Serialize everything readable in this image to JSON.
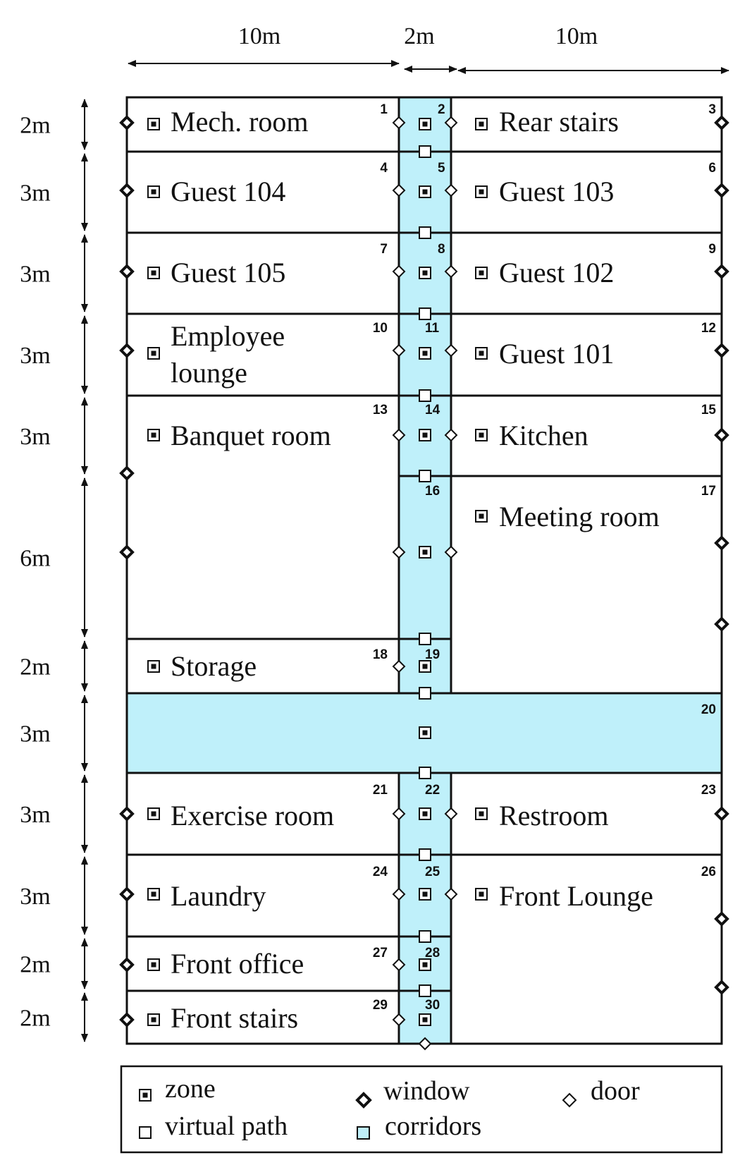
{
  "dimensions": {
    "left_width": "10m",
    "corridor_width": "2m",
    "right_width": "10m",
    "row_heights": [
      "2m",
      "3m",
      "3m",
      "3m",
      "3m",
      "6m",
      "2m",
      "3m",
      "3m",
      "3m",
      "2m",
      "2m"
    ]
  },
  "rooms": [
    {
      "id": "mech",
      "label": "Mech. room",
      "number": "1"
    },
    {
      "id": "c2",
      "label": "",
      "number": "2"
    },
    {
      "id": "rear-stairs",
      "label": "Rear stairs",
      "number": "3"
    },
    {
      "id": "guest104",
      "label": "Guest 104",
      "number": "4"
    },
    {
      "id": "c5",
      "label": "",
      "number": "5"
    },
    {
      "id": "guest103",
      "label": "Guest 103",
      "number": "6"
    },
    {
      "id": "guest105",
      "label": "Guest 105",
      "number": "7"
    },
    {
      "id": "c8",
      "label": "",
      "number": "8"
    },
    {
      "id": "guest102",
      "label": "Guest 102",
      "number": "9"
    },
    {
      "id": "employee-lounge",
      "label": "Employee lounge",
      "label_lines": [
        "Employee",
        "lounge"
      ],
      "number": "10"
    },
    {
      "id": "c11",
      "label": "",
      "number": "11"
    },
    {
      "id": "guest101",
      "label": "Guest 101",
      "number": "12"
    },
    {
      "id": "banquet",
      "label": "Banquet room",
      "number": "13"
    },
    {
      "id": "c14",
      "label": "",
      "number": "14"
    },
    {
      "id": "kitchen",
      "label": "Kitchen",
      "number": "15"
    },
    {
      "id": "c16",
      "label": "",
      "number": "16"
    },
    {
      "id": "meeting",
      "label": "Meeting room",
      "number": "17"
    },
    {
      "id": "storage",
      "label": "Storage",
      "number": "18"
    },
    {
      "id": "c19",
      "label": "",
      "number": "19"
    },
    {
      "id": "c20",
      "label": "",
      "number": "20"
    },
    {
      "id": "exercise",
      "label": "Exercise room",
      "number": "21"
    },
    {
      "id": "c22",
      "label": "",
      "number": "22"
    },
    {
      "id": "restroom",
      "label": "Restroom",
      "number": "23"
    },
    {
      "id": "laundry",
      "label": "Laundry",
      "number": "24"
    },
    {
      "id": "c25",
      "label": "",
      "number": "25"
    },
    {
      "id": "front-lounge",
      "label": "Front Lounge",
      "number": "26"
    },
    {
      "id": "front-office",
      "label": "Front office",
      "number": "27"
    },
    {
      "id": "c28",
      "label": "",
      "number": "28"
    },
    {
      "id": "front-stairs",
      "label": "Front stairs",
      "number": "29"
    },
    {
      "id": "c30",
      "label": "",
      "number": "30"
    }
  ],
  "legend": {
    "zone": "zone",
    "window": "window",
    "door": "door",
    "virtual_path": "virtual path",
    "corridors": "corridors"
  },
  "colors": {
    "corridor": "#bff0fa",
    "line": "#111111"
  }
}
